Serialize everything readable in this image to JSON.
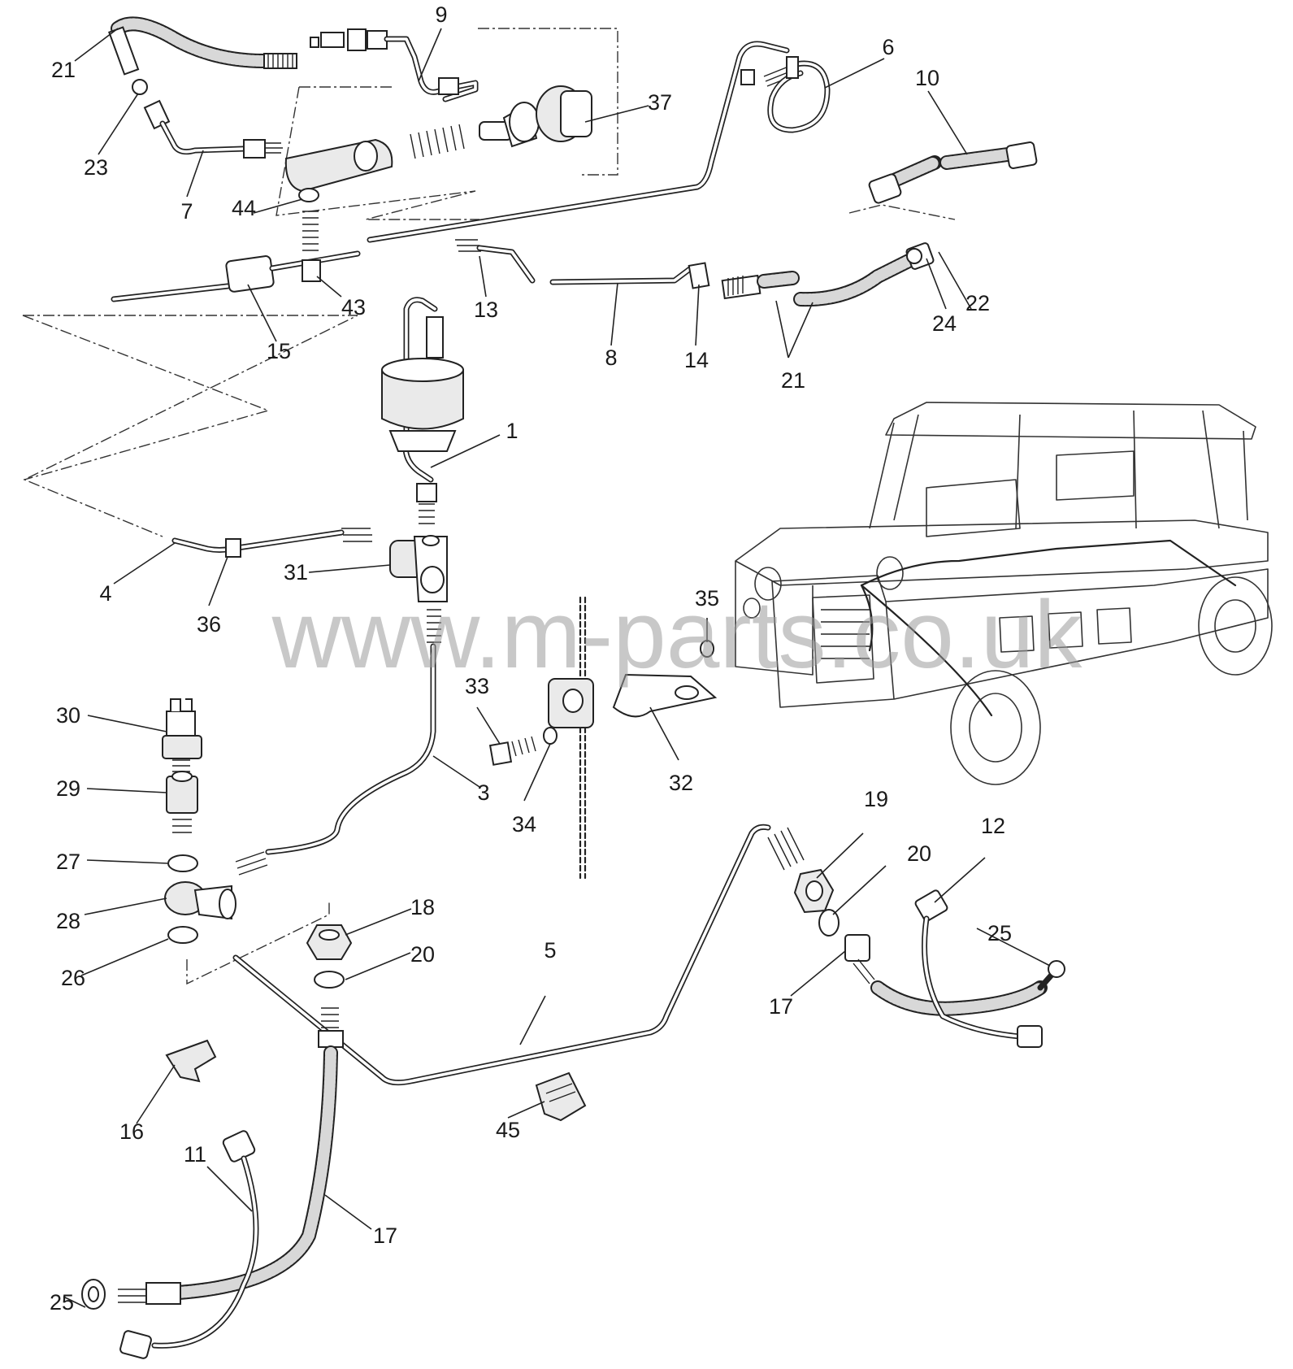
{
  "watermark": "www.m-parts.co.uk",
  "labels": [
    {
      "id": "l-21-top",
      "text": "21"
    },
    {
      "id": "l-9",
      "text": "9"
    },
    {
      "id": "l-6",
      "text": "6"
    },
    {
      "id": "l-10",
      "text": "10"
    },
    {
      "id": "l-37",
      "text": "37"
    },
    {
      "id": "l-23",
      "text": "23"
    },
    {
      "id": "l-7",
      "text": "7"
    },
    {
      "id": "l-44",
      "text": "44"
    },
    {
      "id": "l-43",
      "text": "43"
    },
    {
      "id": "l-15",
      "text": "15"
    },
    {
      "id": "l-13",
      "text": "13"
    },
    {
      "id": "l-8",
      "text": "8"
    },
    {
      "id": "l-14",
      "text": "14"
    },
    {
      "id": "l-21-mid",
      "text": "21"
    },
    {
      "id": "l-24",
      "text": "24"
    },
    {
      "id": "l-22",
      "text": "22"
    },
    {
      "id": "l-1",
      "text": "1"
    },
    {
      "id": "l-31",
      "text": "31"
    },
    {
      "id": "l-4",
      "text": "4"
    },
    {
      "id": "l-36",
      "text": "36"
    },
    {
      "id": "l-35",
      "text": "35"
    },
    {
      "id": "l-33",
      "text": "33"
    },
    {
      "id": "l-30",
      "text": "30"
    },
    {
      "id": "l-3",
      "text": "3"
    },
    {
      "id": "l-32",
      "text": "32"
    },
    {
      "id": "l-34",
      "text": "34"
    },
    {
      "id": "l-29",
      "text": "29"
    },
    {
      "id": "l-19",
      "text": "19"
    },
    {
      "id": "l-12",
      "text": "12"
    },
    {
      "id": "l-20-right",
      "text": "20"
    },
    {
      "id": "l-27",
      "text": "27"
    },
    {
      "id": "l-18",
      "text": "18"
    },
    {
      "id": "l-28",
      "text": "28"
    },
    {
      "id": "l-25-right",
      "text": "25"
    },
    {
      "id": "l-20-mid",
      "text": "20"
    },
    {
      "id": "l-5",
      "text": "5"
    },
    {
      "id": "l-26",
      "text": "26"
    },
    {
      "id": "l-17-right",
      "text": "17"
    },
    {
      "id": "l-16",
      "text": "16"
    },
    {
      "id": "l-45",
      "text": "45"
    },
    {
      "id": "l-11",
      "text": "11"
    },
    {
      "id": "l-17-bottom",
      "text": "17"
    },
    {
      "id": "l-25-bottom",
      "text": "25"
    }
  ]
}
